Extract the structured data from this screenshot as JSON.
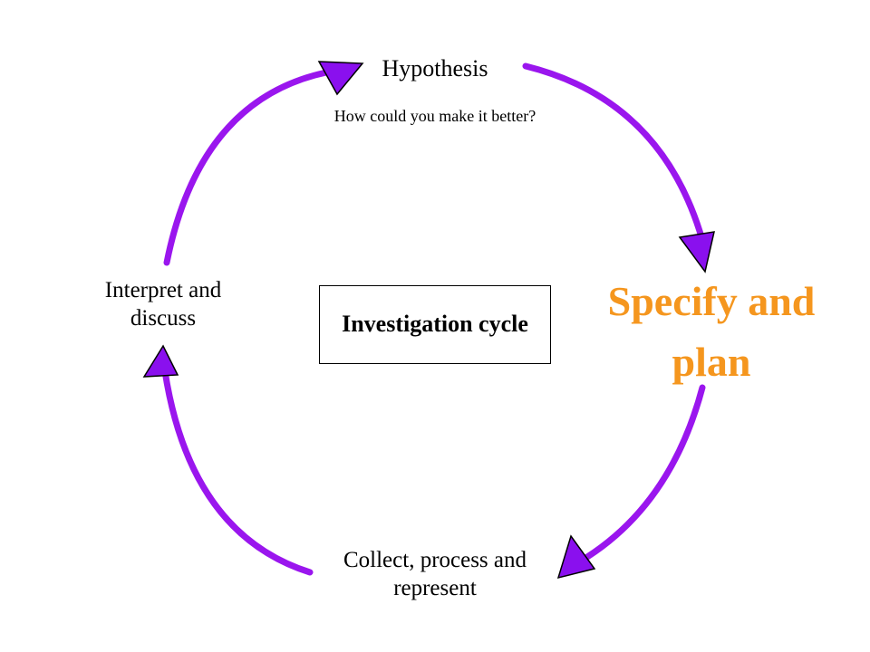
{
  "diagram": {
    "center_label": "Investigation cycle",
    "stages": {
      "hypothesis": "Hypothesis",
      "hypothesis_prompt": "How could you make it better?",
      "specify": "Specify and plan",
      "collect": "Collect, process and represent",
      "interpret": "Interpret and discuss"
    },
    "colors": {
      "arc": "#9a16ee",
      "arrowhead": "#8a10ee",
      "arrowhead_outline": "#000000",
      "specify_text": "#f5961e",
      "text": "#000000"
    },
    "icons": [
      "arrow-up-right-icon",
      "arrow-down-icon",
      "arrow-down-left-icon",
      "arrow-up-icon"
    ]
  }
}
